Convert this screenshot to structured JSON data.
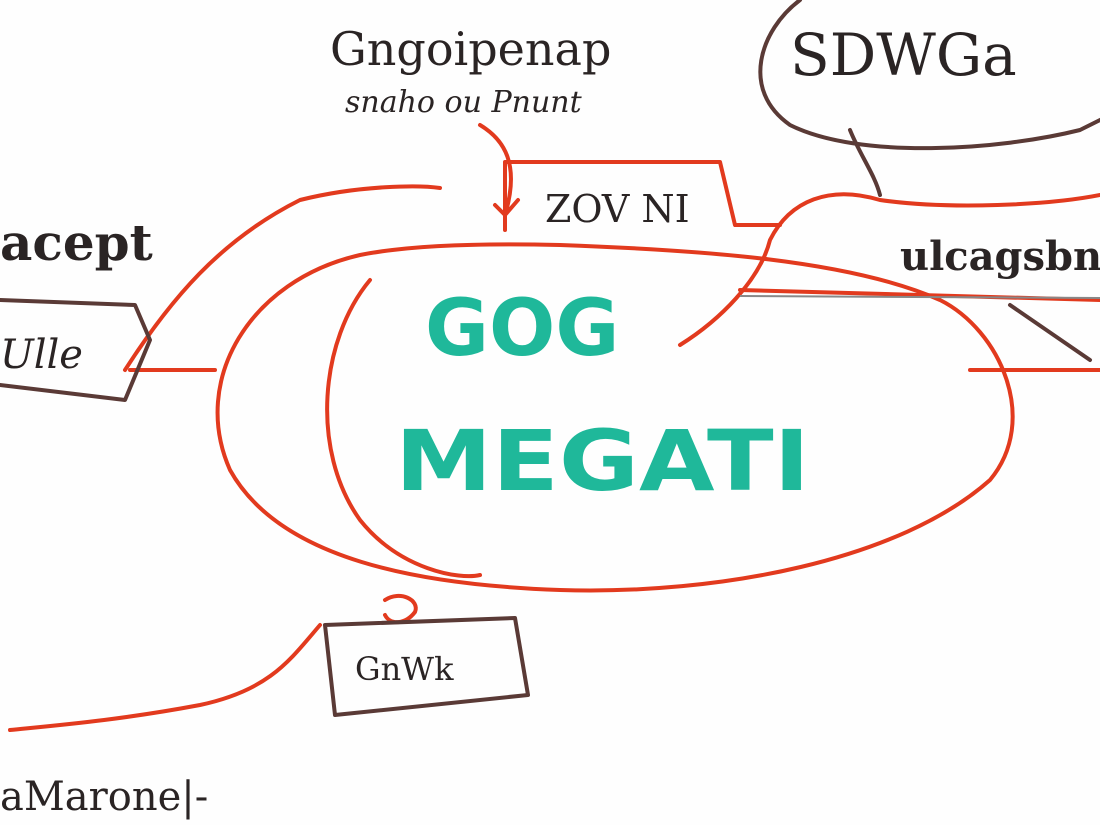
{
  "colors": {
    "red": "#e23a1e",
    "brown": "#5a3a36",
    "teal": "#1fb89a",
    "ink": "#2a2424"
  },
  "labels": {
    "top_title_line1": "Gngoipenap",
    "top_title_line2": "snaho ou Pnunt",
    "top_right_bubble": "SDWGa",
    "top_box": "ZOV NI",
    "left_label": "acept",
    "left_box": "Ulle",
    "center_line1": "GOG",
    "center_line2": "MEGATI",
    "right_label": "ulcagsbn",
    "bottom_box": "GnWk",
    "bottom_left": "aMarone|-"
  }
}
